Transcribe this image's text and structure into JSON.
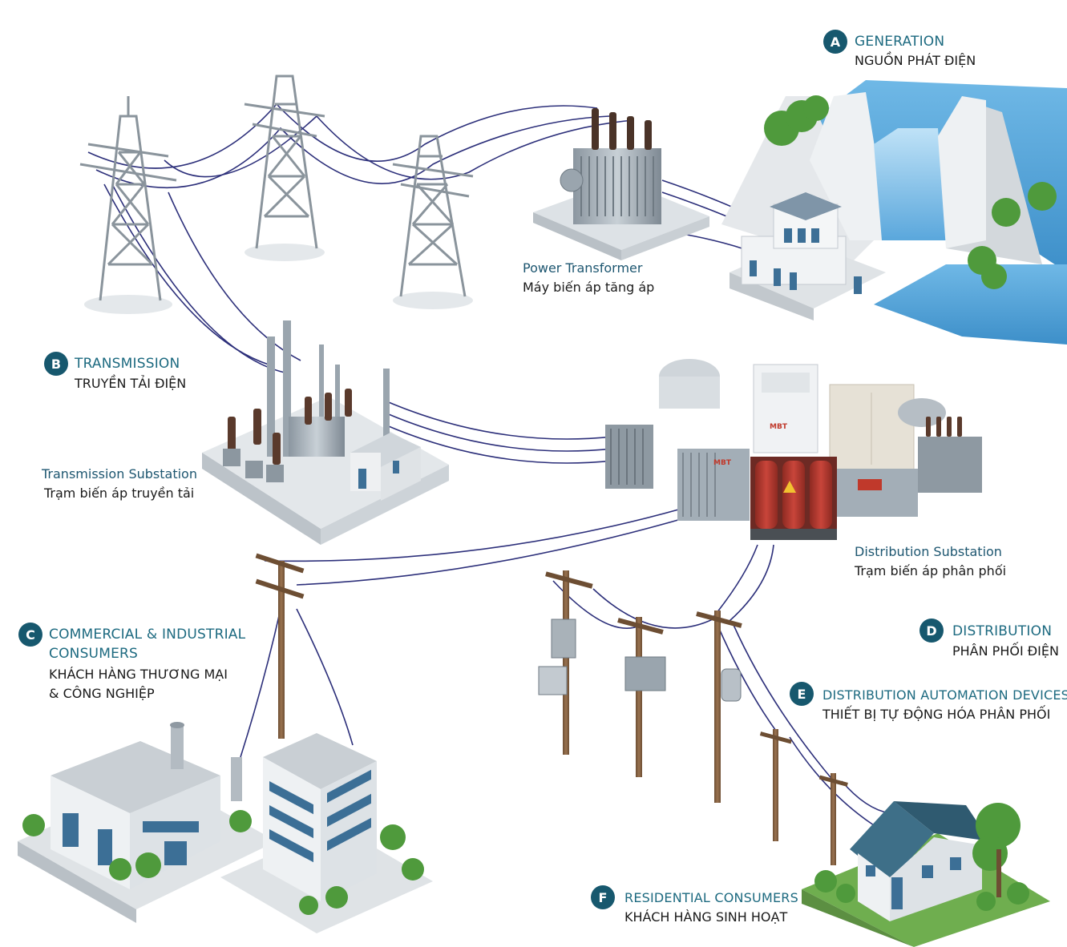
{
  "labels": {
    "A": {
      "badge": "A",
      "title": "GENERATION",
      "subtitle": "NGUỒN PHÁT ĐIỆN"
    },
    "B": {
      "badge": "B",
      "title": "TRANSMISSION",
      "subtitle": "TRUYỀN TẢI ĐIỆN"
    },
    "C": {
      "badge": "C",
      "title_1": "COMMERCIAL & INDUSTRIAL",
      "title_2": "CONSUMERS",
      "subtitle_1": "KHÁCH HÀNG THƯƠNG MẠI",
      "subtitle_2": "& CÔNG NGHIỆP"
    },
    "D": {
      "badge": "D",
      "title": "DISTRIBUTION",
      "subtitle": "PHÂN PHỐI ĐIỆN"
    },
    "E": {
      "badge": "E",
      "title": "DISTRIBUTION AUTOMATION DEVICES",
      "subtitle": "THIẾT BỊ TỰ ĐỘNG HÓA PHÂN PHỐI"
    },
    "F": {
      "badge": "F",
      "title": "RESIDENTIAL CONSUMERS",
      "subtitle": "KHÁCH HÀNG SINH HOẠT"
    }
  },
  "components": {
    "power_transformer": {
      "title": "Power Transformer",
      "subtitle": "Máy biến áp tăng áp"
    },
    "transmission_substation": {
      "title": "Transmission Substation",
      "subtitle": "Trạm biến áp truyền tải"
    },
    "distribution_substation": {
      "title": "Distribution Substation",
      "subtitle": "Trạm biến áp phân phối"
    }
  },
  "brand": {
    "logo_text": "MBT"
  },
  "colors": {
    "accent": "#17586e",
    "heading": "#1d6a80",
    "wire": "#2c2f7a",
    "water": "#4a9fd6",
    "transformer_red": "#b7352a"
  }
}
